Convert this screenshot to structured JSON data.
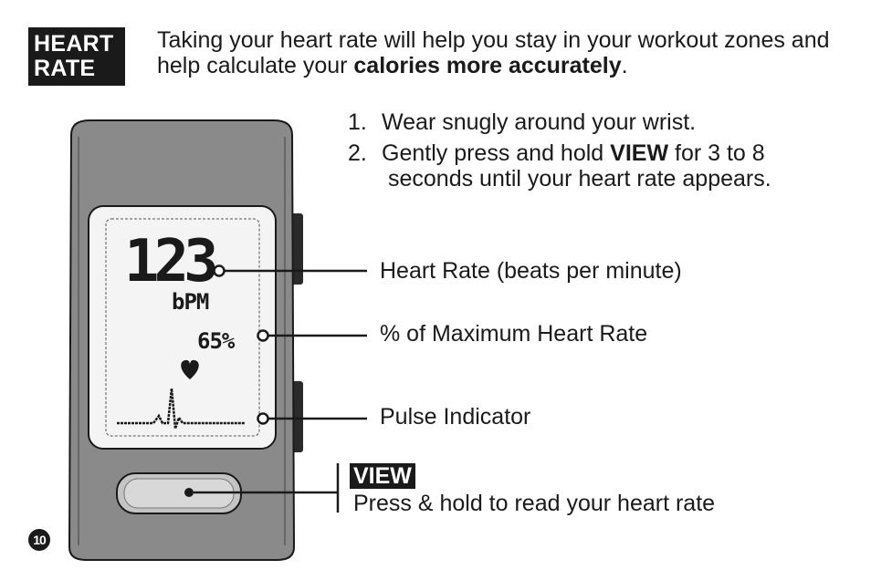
{
  "header": {
    "badge_line1": "HEART",
    "badge_line2": "RATE",
    "intro_text_before": "Taking your heart rate will help you stay in your workout zones and help calculate your ",
    "intro_text_bold": "calories more accurately",
    "intro_text_after": "."
  },
  "steps": [
    {
      "num": "1.",
      "text": "Wear snugly around your wrist."
    },
    {
      "num": "2.",
      "text_before": "Gently press and hold ",
      "text_bold": "VIEW",
      "text_after": " for 3 to 8",
      "text_cont": "seconds until your heart rate appears."
    }
  ],
  "display": {
    "heart_rate_value": "123",
    "unit": "bPM",
    "percent_value": "65%"
  },
  "callouts": {
    "heart_rate": "Heart Rate (beats per minute)",
    "max_hr": "% of Maximum Heart Rate",
    "pulse": "Pulse Indicator"
  },
  "view_button": {
    "badge": "VIEW",
    "description": "Press & hold to read your heart rate"
  },
  "page_number": "10",
  "colors": {
    "device_body": "#8a8a8a",
    "device_outline": "#1a1a1a",
    "screen_bg": "#f4f4f4",
    "ink": "#1a1a1a"
  },
  "icons": {
    "heart": "heart-icon",
    "pulse": "pulse-waveform-icon"
  }
}
